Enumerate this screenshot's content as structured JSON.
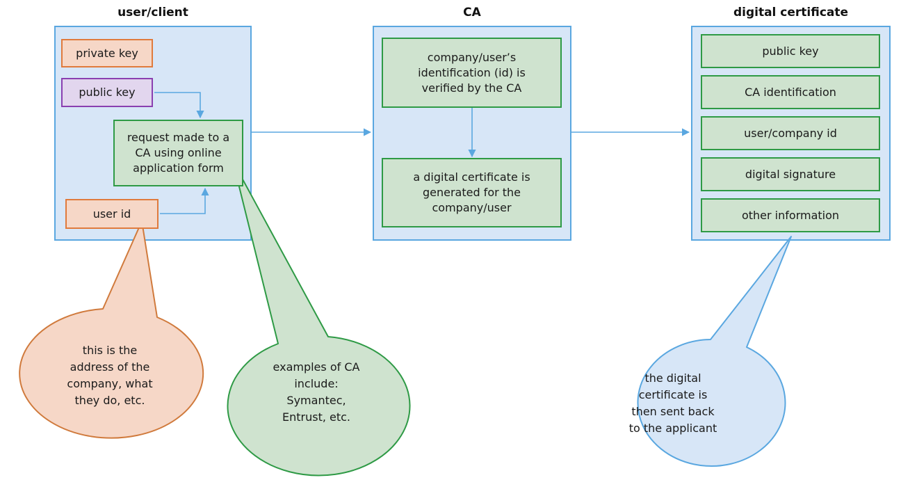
{
  "columns": {
    "client": {
      "title": "user/client",
      "private_key": "private key",
      "public_key": "public key",
      "request": "request made to a CA using online application form",
      "user_id": "user id"
    },
    "ca": {
      "title": "CA",
      "verified": "company/user’s identification (id) is verified by the CA",
      "generated": "a digital certificate is generated for the company/user"
    },
    "certificate": {
      "title": "digital certificate",
      "fields": [
        "public key",
        "CA identification",
        "user/company id",
        "digital signature",
        "other information"
      ]
    }
  },
  "callouts": {
    "user_id_note": "this is the address of the company, what they do, etc.",
    "ca_examples": "examples of CA include: Symantec, Entrust, etc.",
    "sent_back": "the digital certificate is then sent back to the applicant"
  },
  "colors": {
    "panel_fill": "#d7e6f7",
    "panel_border": "#5aa7e0",
    "orange_fill": "#f6d7c7",
    "orange_border": "#e07a3c",
    "purple_fill": "#e2d6ee",
    "purple_border": "#8a3fb0",
    "green_fill": "#cfe3cf",
    "green_border": "#2e9a45",
    "arrow": "#5aa7e0"
  }
}
